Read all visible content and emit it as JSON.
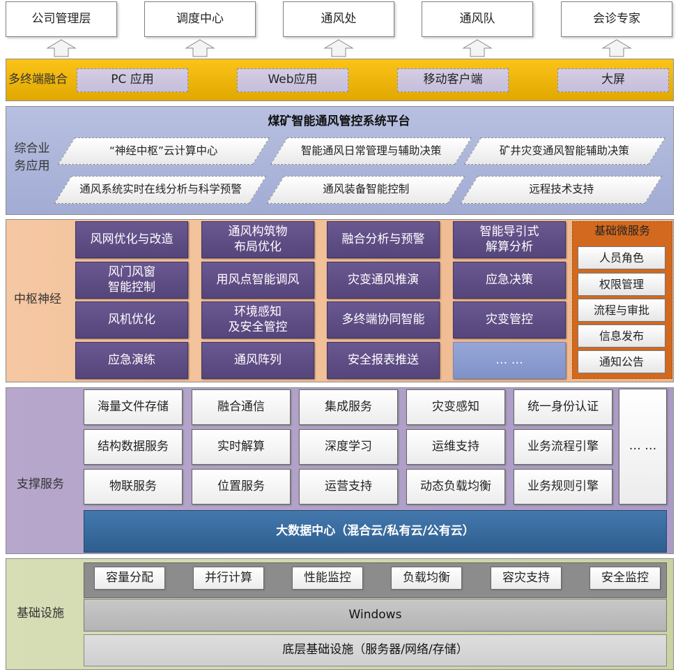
{
  "top_boxes": [
    "公司管理层",
    "调度中心",
    "通风处",
    "通风队",
    "会诊专家"
  ],
  "terminal": {
    "label": "多终端融合",
    "items": [
      "PC 应用",
      "Web应用",
      "移动客户端",
      "大屏"
    ]
  },
  "platform": {
    "title": "煤矿智能通风管控系统平台",
    "label": "综合业务应用",
    "row1": [
      "“神经中枢”云计算中心",
      "智能通风日常管理与辅助决策",
      "矿井灾变通风智能辅助决策"
    ],
    "row2": [
      "通风系统实时在线分析与科学预警",
      "通风装备智能控制",
      "远程技术支持"
    ]
  },
  "core": {
    "label": "中枢神经",
    "grid": [
      [
        "风网优化与改造",
        "通风构筑物\n布局优化",
        "融合分析与预警",
        "智能导引式\n解算分析"
      ],
      [
        "风门风窗\n智能控制",
        "用风点智能调风",
        "灾变通风推演",
        "应急决策"
      ],
      [
        "风机优化",
        "环境感知\n及安全管控",
        "多终端协同智能",
        "灾变管控"
      ],
      [
        "应急演练",
        "通风阵列",
        "安全报表推送",
        "… …"
      ]
    ],
    "micro_title": "基础微服务",
    "micro": [
      "人员角色",
      "权限管理",
      "流程与审批",
      "信息发布",
      "通知公告"
    ]
  },
  "support": {
    "label": "支撑服务",
    "grid": [
      [
        "海量文件存储",
        "融合通信",
        "集成服务",
        "灾变感知",
        "统一身份认证"
      ],
      [
        "结构数据服务",
        "实时解算",
        "深度学习",
        "运维支持",
        "业务流程引擎"
      ],
      [
        "物联服务",
        "位置服务",
        "运营支持",
        "动态负载均衡",
        "业务规则引擎"
      ]
    ],
    "more": "… …",
    "bigdata": "大数据中心（混合云/私有云/公有云）"
  },
  "infra": {
    "label": "基础设施",
    "items": [
      "容量分配",
      "并行计算",
      "性能监控",
      "负载均衡",
      "容灾支持",
      "安全监控"
    ],
    "os": "Windows",
    "base": "底层基础设施（服务器/网络/存储）"
  }
}
